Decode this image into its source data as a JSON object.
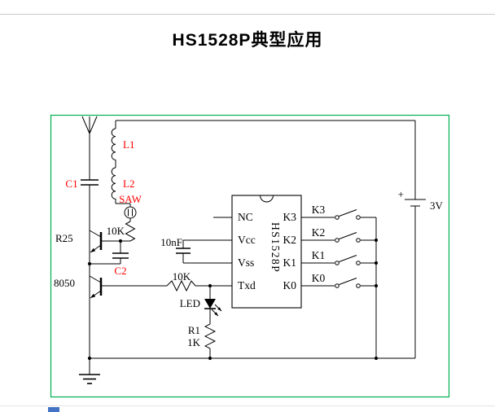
{
  "page": {
    "title": "HS1528P典型应用"
  },
  "colors": {
    "schematic_border": "#00b050",
    "component_label": "#ff0000",
    "wire": "#000000",
    "scroll_accent": "#4472c4"
  },
  "components": {
    "c1": "C1",
    "l1": "L1",
    "l2": "L2",
    "saw": "SAW",
    "r_osc": "10K",
    "q1": "R25",
    "c2": "C2",
    "q2": "8050",
    "c_dec": "10nF",
    "r_base": "10K",
    "led": "LED",
    "r1_ref": "R1",
    "r1_val": "1K"
  },
  "ic": {
    "name": "HS1528P",
    "left_pins": [
      "NC",
      "Vcc",
      "Vss",
      "Txd"
    ],
    "right_pins": [
      "K3",
      "K2",
      "K1",
      "K0"
    ]
  },
  "switches": {
    "labels": [
      "K3",
      "K2",
      "K1",
      "K0"
    ]
  },
  "battery": {
    "polarity": "+",
    "voltage": "3V"
  }
}
